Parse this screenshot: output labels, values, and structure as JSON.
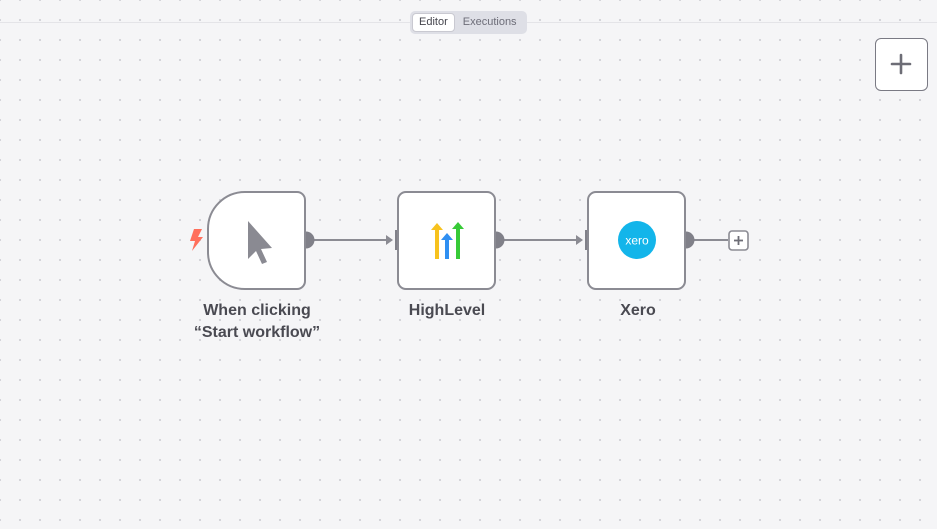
{
  "header": {
    "tabs": [
      {
        "label": "Editor",
        "active": true
      },
      {
        "label": "Executions",
        "active": false
      }
    ]
  },
  "canvas": {
    "add_node_icon": "plus-icon",
    "nodes": [
      {
        "label_lines": [
          "When clicking",
          "“Start workflow”"
        ],
        "icon": "cursor-pointer-icon",
        "type": "manual-trigger"
      },
      {
        "label_lines": [
          "HighLevel"
        ],
        "icon": "highlevel-logo-icon",
        "type": "action"
      },
      {
        "label_lines": [
          "Xero"
        ],
        "icon": "xero-logo-icon",
        "logo_text": "xero",
        "type": "action"
      }
    ],
    "trigger_indicator_icon": "lightning-bolt-icon",
    "colors": {
      "node_border": "#8b8b93",
      "trigger_bolt": "#ff6f5c",
      "xero_blue": "#13b5ea",
      "highlevel_yellow": "#f7c21e",
      "highlevel_blue": "#2f8ff2",
      "highlevel_green": "#37ca37"
    }
  }
}
